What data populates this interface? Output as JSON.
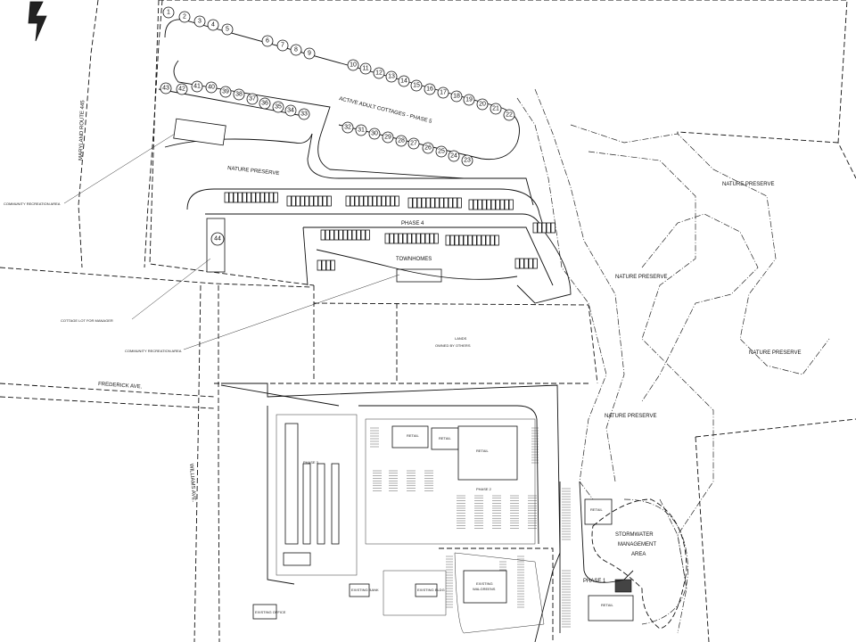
{
  "labels": {
    "maryland_route": "MARYLAND ROUTE 445",
    "frederick_ave": "FREDERICK AVE.",
    "williams_ave": "WILLIAMS AVE.",
    "active_adult": "ACTIVE ADULT COTTAGES - PHASE 5",
    "nature_preserve_strip": "NATURE PRESERVE",
    "phase4": "PHASE 4",
    "townhomes": "TOWNHOMES",
    "lands_owned_1": "LANDS",
    "lands_owned_2": "OWNED BY OTHERS",
    "np_1": "NATURE PRESERVE",
    "np_2": "NATURE PRESERVE",
    "np_3": "NATURE PRESERVE",
    "np_4": "NATURE PRESERVE",
    "stormwater_1": "STORMWATER",
    "stormwater_2": "MANAGEMENT",
    "stormwater_3": "AREA",
    "phase1": "PHASE 1",
    "phase2": "PHASE 2",
    "phase3": "PHASE 3",
    "retail_a": "RETAIL",
    "retail_b": "RETAIL",
    "retail_c": "RETAIL",
    "retail_d": "RETAIL",
    "retail_e": "RETAIL",
    "existing_walgreens_1": "EXISTING",
    "existing_walgreens_2": "WALGREENS",
    "callout_rec_1": "COMMUNITY RECREATION AREA",
    "callout_manager": "COTTAGE LOT FOR MANAGER",
    "callout_rec_2": "COMMUNITY RECREATION AREA",
    "existing_office": "EXISTING OFFICE",
    "existing_bank": "EXISTING BANK",
    "existing_bldg": "EXISTING BLDG"
  },
  "lots_top": [
    "1",
    "2",
    "3",
    "4",
    "5",
    "6",
    "7",
    "8",
    "9",
    "10",
    "11",
    "12",
    "13",
    "14",
    "15",
    "16",
    "17",
    "18",
    "19",
    "20",
    "21",
    "22"
  ],
  "lots_left": [
    "43",
    "42",
    "41",
    "40",
    "39",
    "38",
    "37",
    "36",
    "35",
    "34",
    "33"
  ],
  "lots_mid": [
    "32",
    "31",
    "30",
    "29",
    "28",
    "27",
    "26",
    "25",
    "24",
    "23"
  ],
  "manager_lot": "44"
}
